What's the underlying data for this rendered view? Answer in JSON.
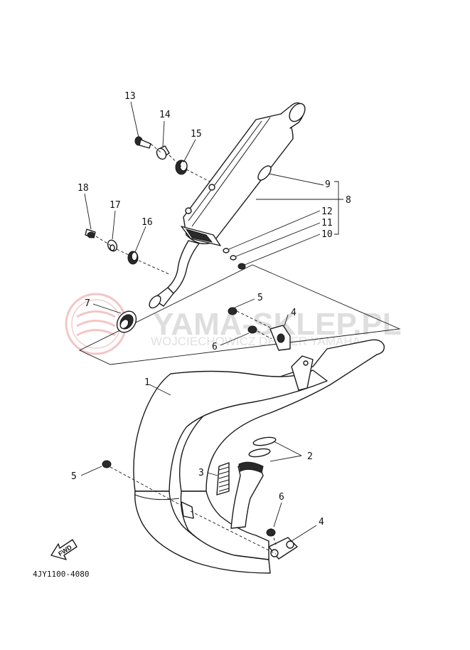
{
  "diagram": {
    "part_code": "4JY1100-4080",
    "fwd_label": "FWD",
    "watermark": {
      "brand": "YAMA-SKLEP.PL",
      "tagline": "WOJCIECHOWICZ DEALER YAMAHA",
      "accent_color": "#e8a0a0"
    },
    "callouts": {
      "c1": "1",
      "c2": "2",
      "c3": "3",
      "c4a": "4",
      "c4b": "4",
      "c5a": "5",
      "c5b": "5",
      "c6a": "6",
      "c6b": "6",
      "c7": "7",
      "c8": "8",
      "c9": "9",
      "c10": "10",
      "c11": "11",
      "c12": "12",
      "c13": "13",
      "c14": "14",
      "c15": "15",
      "c16": "16",
      "c17": "17",
      "c18": "18"
    }
  }
}
